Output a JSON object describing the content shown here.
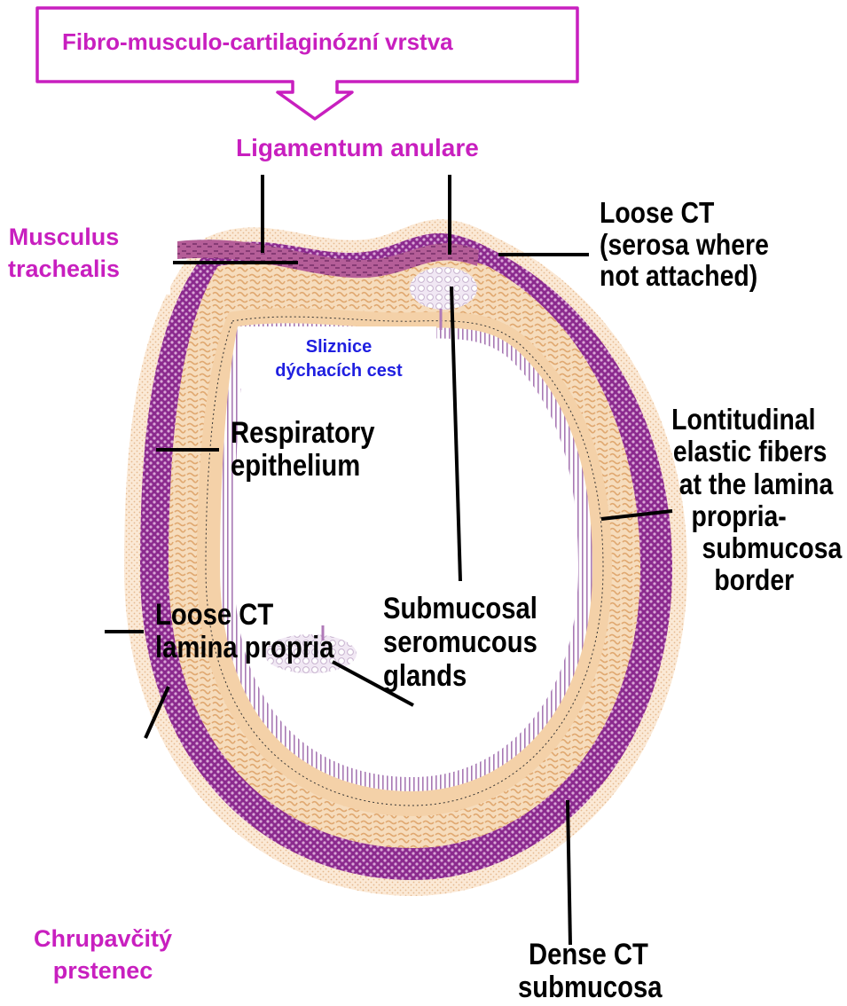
{
  "colors": {
    "label_magenta": "#c81fbf",
    "label_blue": "#1f1fe0",
    "cartilage_purple": "#9a2f9a",
    "lamina_propria_tan": "#f1c99a",
    "outer_ct_beige": "#f5dcc0",
    "epithelium_purple": "#b07ab8",
    "muscle_mauve": "#b85a96",
    "glands_lavender": "#e8dcef"
  },
  "callout_box": {
    "text": "Fibro-musculo-cartilaginózní  vrstva",
    "shape": "box-with-down-arrow"
  },
  "labels": {
    "ligamentum": "Ligamentum anulare",
    "musculus_line1": "Musculus",
    "musculus_line2": "trachealis",
    "loose_ct_serosa_1": "Loose CT",
    "loose_ct_serosa_2": "(serosa where",
    "loose_ct_serosa_3": "not attached)",
    "sliznice_1": "Sliznice",
    "sliznice_2": "dýchacích cest",
    "resp_1": "Respiratory",
    "resp_2": "epithelium",
    "long_1": "Lontitudinal",
    "long_2": "elastic fibers",
    "long_3": "at the lamina",
    "long_4": "propria-",
    "long_5": "submucosa",
    "long_6": "border",
    "lamina_1": "Loose CT",
    "lamina_2": "lamina propria",
    "glands_1": "Submucosal",
    "glands_2": "seromucous",
    "glands_3": "glands",
    "chrup_1": "Chrupavčitý",
    "chrup_2": "prstenec",
    "dense_1": "Dense CT",
    "dense_2": "submucosa"
  }
}
